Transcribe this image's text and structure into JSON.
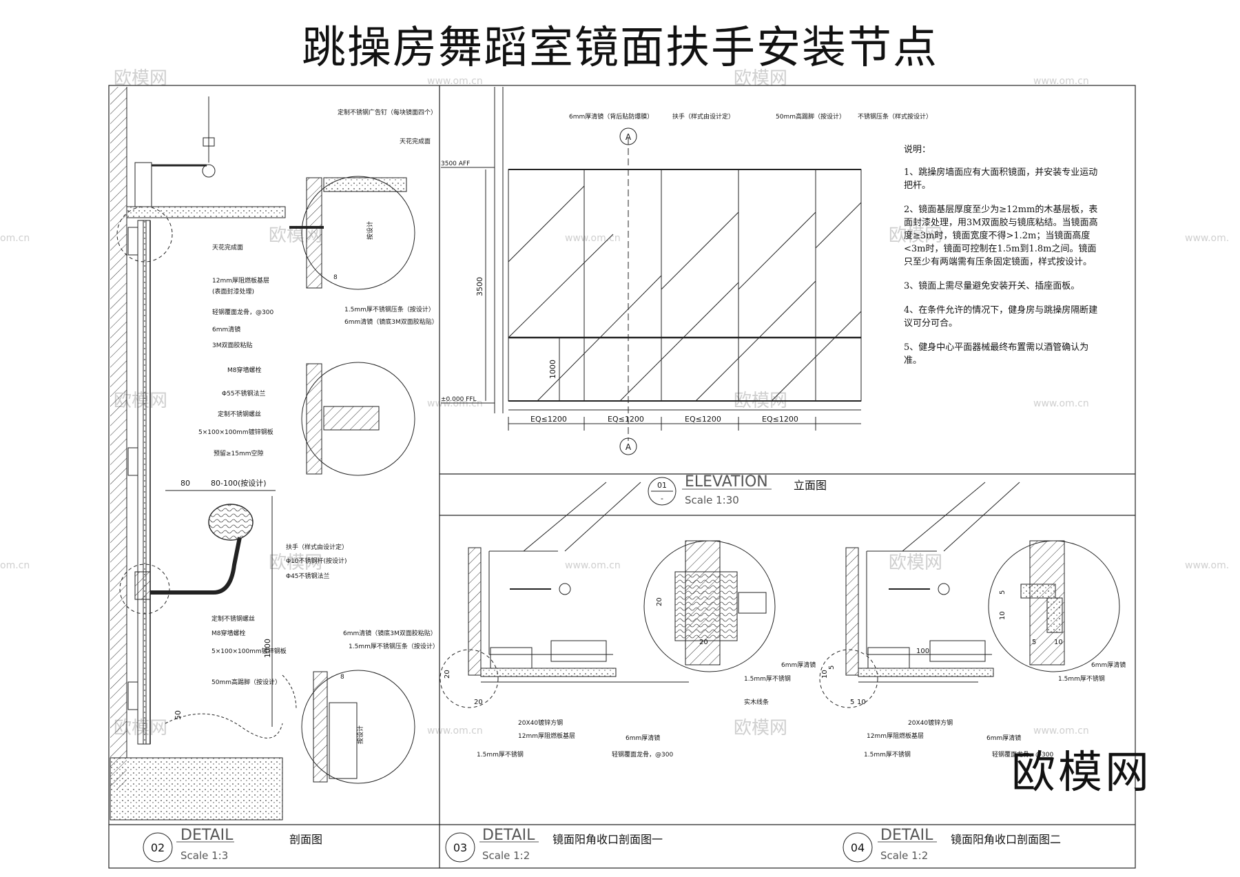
{
  "title": "跳操房舞蹈室镜面扶手安装节点",
  "brand": "欧模网",
  "watermarks": {
    "cn": "欧模网",
    "url": "www.om.cn"
  },
  "notes": {
    "heading": "说明：",
    "items": [
      "1、跳操房墙面应有大面积镜面，并安装专业运动把杆。",
      "2、镜面基层厚度至少为≥12mm的木基层板，表面封漆处理，用3M双面胶与镜底粘结。当镜面高度≥3m时，镜面宽度不得>1.2m；当镜面高度<3m时，镜面可控制在1.5m到1.8m之间。镜面只至少有两端需有压条固定镜面，样式按设计。",
      "3、镜面上需尽量避免安装开关、插座面板。",
      "4、在条件允许的情况下，健身房与跳操房隔断建议可分可合。",
      "5、健身中心平面器械最终布置需以酒管确认为准。"
    ]
  },
  "elevation": {
    "tag_num": "01",
    "tag_sub": "-",
    "label": "ELEVATION",
    "name": "立面图",
    "scale": "Scale 1:30",
    "section_marker": "A",
    "level_top": "3500 AFF",
    "level_bottom": "±0.000 FFL",
    "height_total": "3500",
    "height_rail": "1000",
    "bay_label": "EQ≤1200",
    "callouts": [
      "6mm厚清镜（背后贴防爆膜）",
      "扶手（样式由设计定）",
      "50mm高踢脚（按设计）",
      "不锈钢压条（样式按设计）"
    ]
  },
  "detail02": {
    "tag": "02",
    "label": "DETAIL",
    "name": "剖面图",
    "scale": "Scale 1:3",
    "callouts_top": [
      "定制不锈钢广告钉（每块镜面四个）",
      "天花完成面",
      "按设计",
      "1.5mm厚不锈钢压条（按设计）",
      "6mm清镜（镜底3M双面胶粘贴）"
    ],
    "callouts_left": [
      "天花完成面",
      "12mm厚阻燃板基层",
      "(表面封漆处理)",
      "轻钢覆面龙骨，@300",
      "6mm清镜",
      "3M双面胶粘贴"
    ],
    "callouts_mid": [
      "M8穿墙螺栓",
      "Φ55不锈钢法兰",
      "定制不锈钢螺丝",
      "5×100×100mm镀锌钢板",
      "预留≥15mm空隙"
    ],
    "dims": [
      "80",
      "80-100(按设计)",
      "1000",
      "50",
      "8",
      "8"
    ],
    "callouts_rail": [
      "扶手（样式由设计定）",
      "Φ10不锈钢杆(按设计)",
      "Φ45不锈钢法兰",
      "定制不锈钢螺丝",
      "M8穿墙螺栓",
      "5×100×100mm镀锌钢板",
      "50mm高踢脚（按设计）"
    ],
    "callouts_bottom": [
      "6mm清镜（镜底3M双面胶粘贴）",
      "1.5mm厚不锈钢压条（按设计）",
      "按设计"
    ]
  },
  "detail03": {
    "tag": "03",
    "label": "DETAIL",
    "name": "镜面阳角收口剖面图一",
    "scale": "Scale 1:2",
    "dims": [
      "20",
      "20",
      "20",
      "20"
    ],
    "callouts": [
      "20X40镀锌方钢",
      "12mm厚阻燃板基层",
      "1.5mm厚不锈钢",
      "6mm厚清镜",
      "轻钢覆面龙骨，@300",
      "6mm厚清镜",
      "1.5mm厚不锈钢",
      "实木线条"
    ]
  },
  "detail04": {
    "tag": "04",
    "label": "DETAIL",
    "name": "镜面阳角收口剖面图二",
    "scale": "Scale 1:2",
    "dims": [
      "10",
      "5",
      "5",
      "10",
      "5",
      "10",
      "5",
      "10",
      "100"
    ],
    "callouts": [
      "20X40镀锌方钢",
      "12mm厚阻燃板基层",
      "1.5mm厚不锈钢",
      "6mm厚清镜",
      "轻钢覆面龙骨，@300",
      "6mm厚清镜",
      "1.5mm厚不锈钢"
    ]
  }
}
